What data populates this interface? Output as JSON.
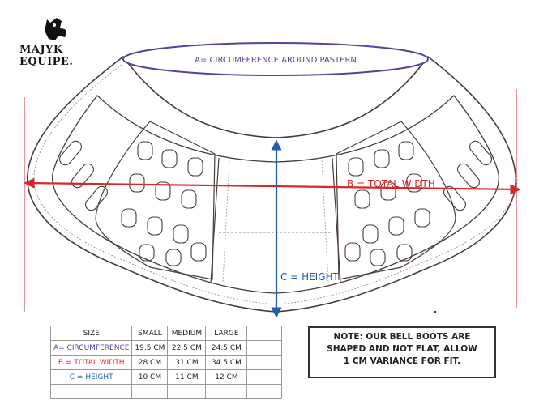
{
  "brand": {
    "line1": "MAJYK",
    "line2": "EQUIPE."
  },
  "labels": {
    "circumference": "A= CIRCUMFERENCE AROUND PASTERN",
    "total_width": "B = TOTAL WIDTH",
    "height": "C = HEIGHT"
  },
  "colors": {
    "circumference": "#5a3f9e",
    "total_width": "#d62828",
    "height": "#1f5fa8"
  },
  "size_table": {
    "headers": [
      "SIZE",
      "SMALL",
      "MEDIUM",
      "LARGE"
    ],
    "rows": [
      {
        "label": "A= CIRCUMFERENCE",
        "small": "19.5 CM",
        "medium": "22.5 CM",
        "large": "24.5 CM"
      },
      {
        "label": "B = TOTAL WIDTH",
        "small": "28 CM",
        "medium": "31 CM",
        "large": "34.5 CM"
      },
      {
        "label": "C = HEIGHT",
        "small": "10 CM",
        "medium": "11 CM",
        "large": "12 CM"
      }
    ]
  },
  "note": {
    "line1": "NOTE: OUR BELL BOOTS ARE",
    "line2": "SHAPED AND NOT FLAT, ALLOW",
    "line3": "1 CM VARIANCE FOR FIT."
  }
}
